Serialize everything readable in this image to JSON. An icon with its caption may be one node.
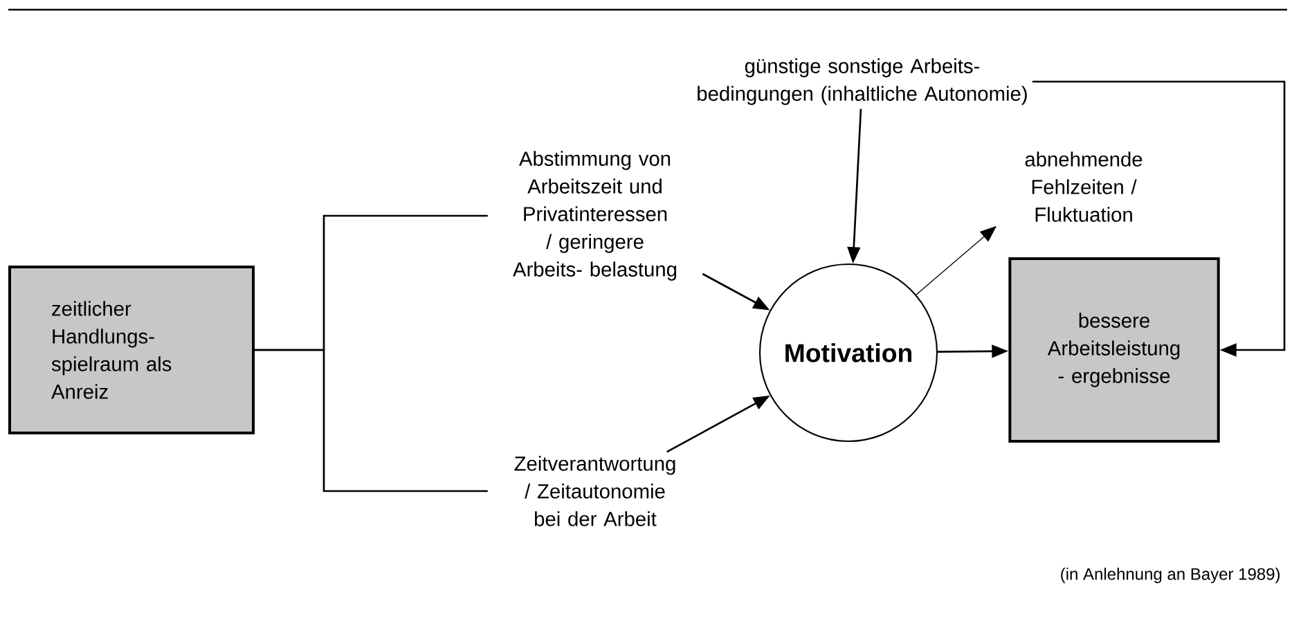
{
  "diagram": {
    "caption": "(in Anlehnung an Bayer 1989)",
    "nodes": [
      {
        "text": [
          "zeitlicher Handlungs- spielraum als Anreiz"
        ]
      },
      {
        "text": [
          "Abstimmung von Arbeitszeit und Privatinteressen / geringere Arbeits- belastung"
        ]
      },
      {
        "text": [
          "Zeitverantwortung / Zeitautonomie bei der Arbeit"
        ]
      },
      {
        "text": [
          "günstige sonstige Arbeits- bedingungen (inhaltliche Autonomie)"
        ]
      },
      {
        "text": [
          "Motivation"
        ]
      },
      {
        "text": [
          "abnehmende Fehlzeiten / Fluktuation"
        ]
      },
      {
        "text": [
          "bessere Arbeitsleistung - ergebnisse"
        ]
      }
    ],
    "edges": [
      {
        "from": 0,
        "to": 1,
        "arrow": "none"
      },
      {
        "from": 0,
        "to": 2,
        "arrow": "none"
      },
      {
        "from": 1,
        "to": 4,
        "arrow": "to"
      },
      {
        "from": 2,
        "to": 4,
        "arrow": "to"
      },
      {
        "from": 3,
        "to": 4,
        "arrow": "to"
      },
      {
        "from": 4,
        "to": 5,
        "arrow": "to"
      },
      {
        "from": 4,
        "to": 6,
        "arrow": "to"
      },
      {
        "from": 3,
        "to": 6,
        "arrow": "to"
      }
    ]
  }
}
